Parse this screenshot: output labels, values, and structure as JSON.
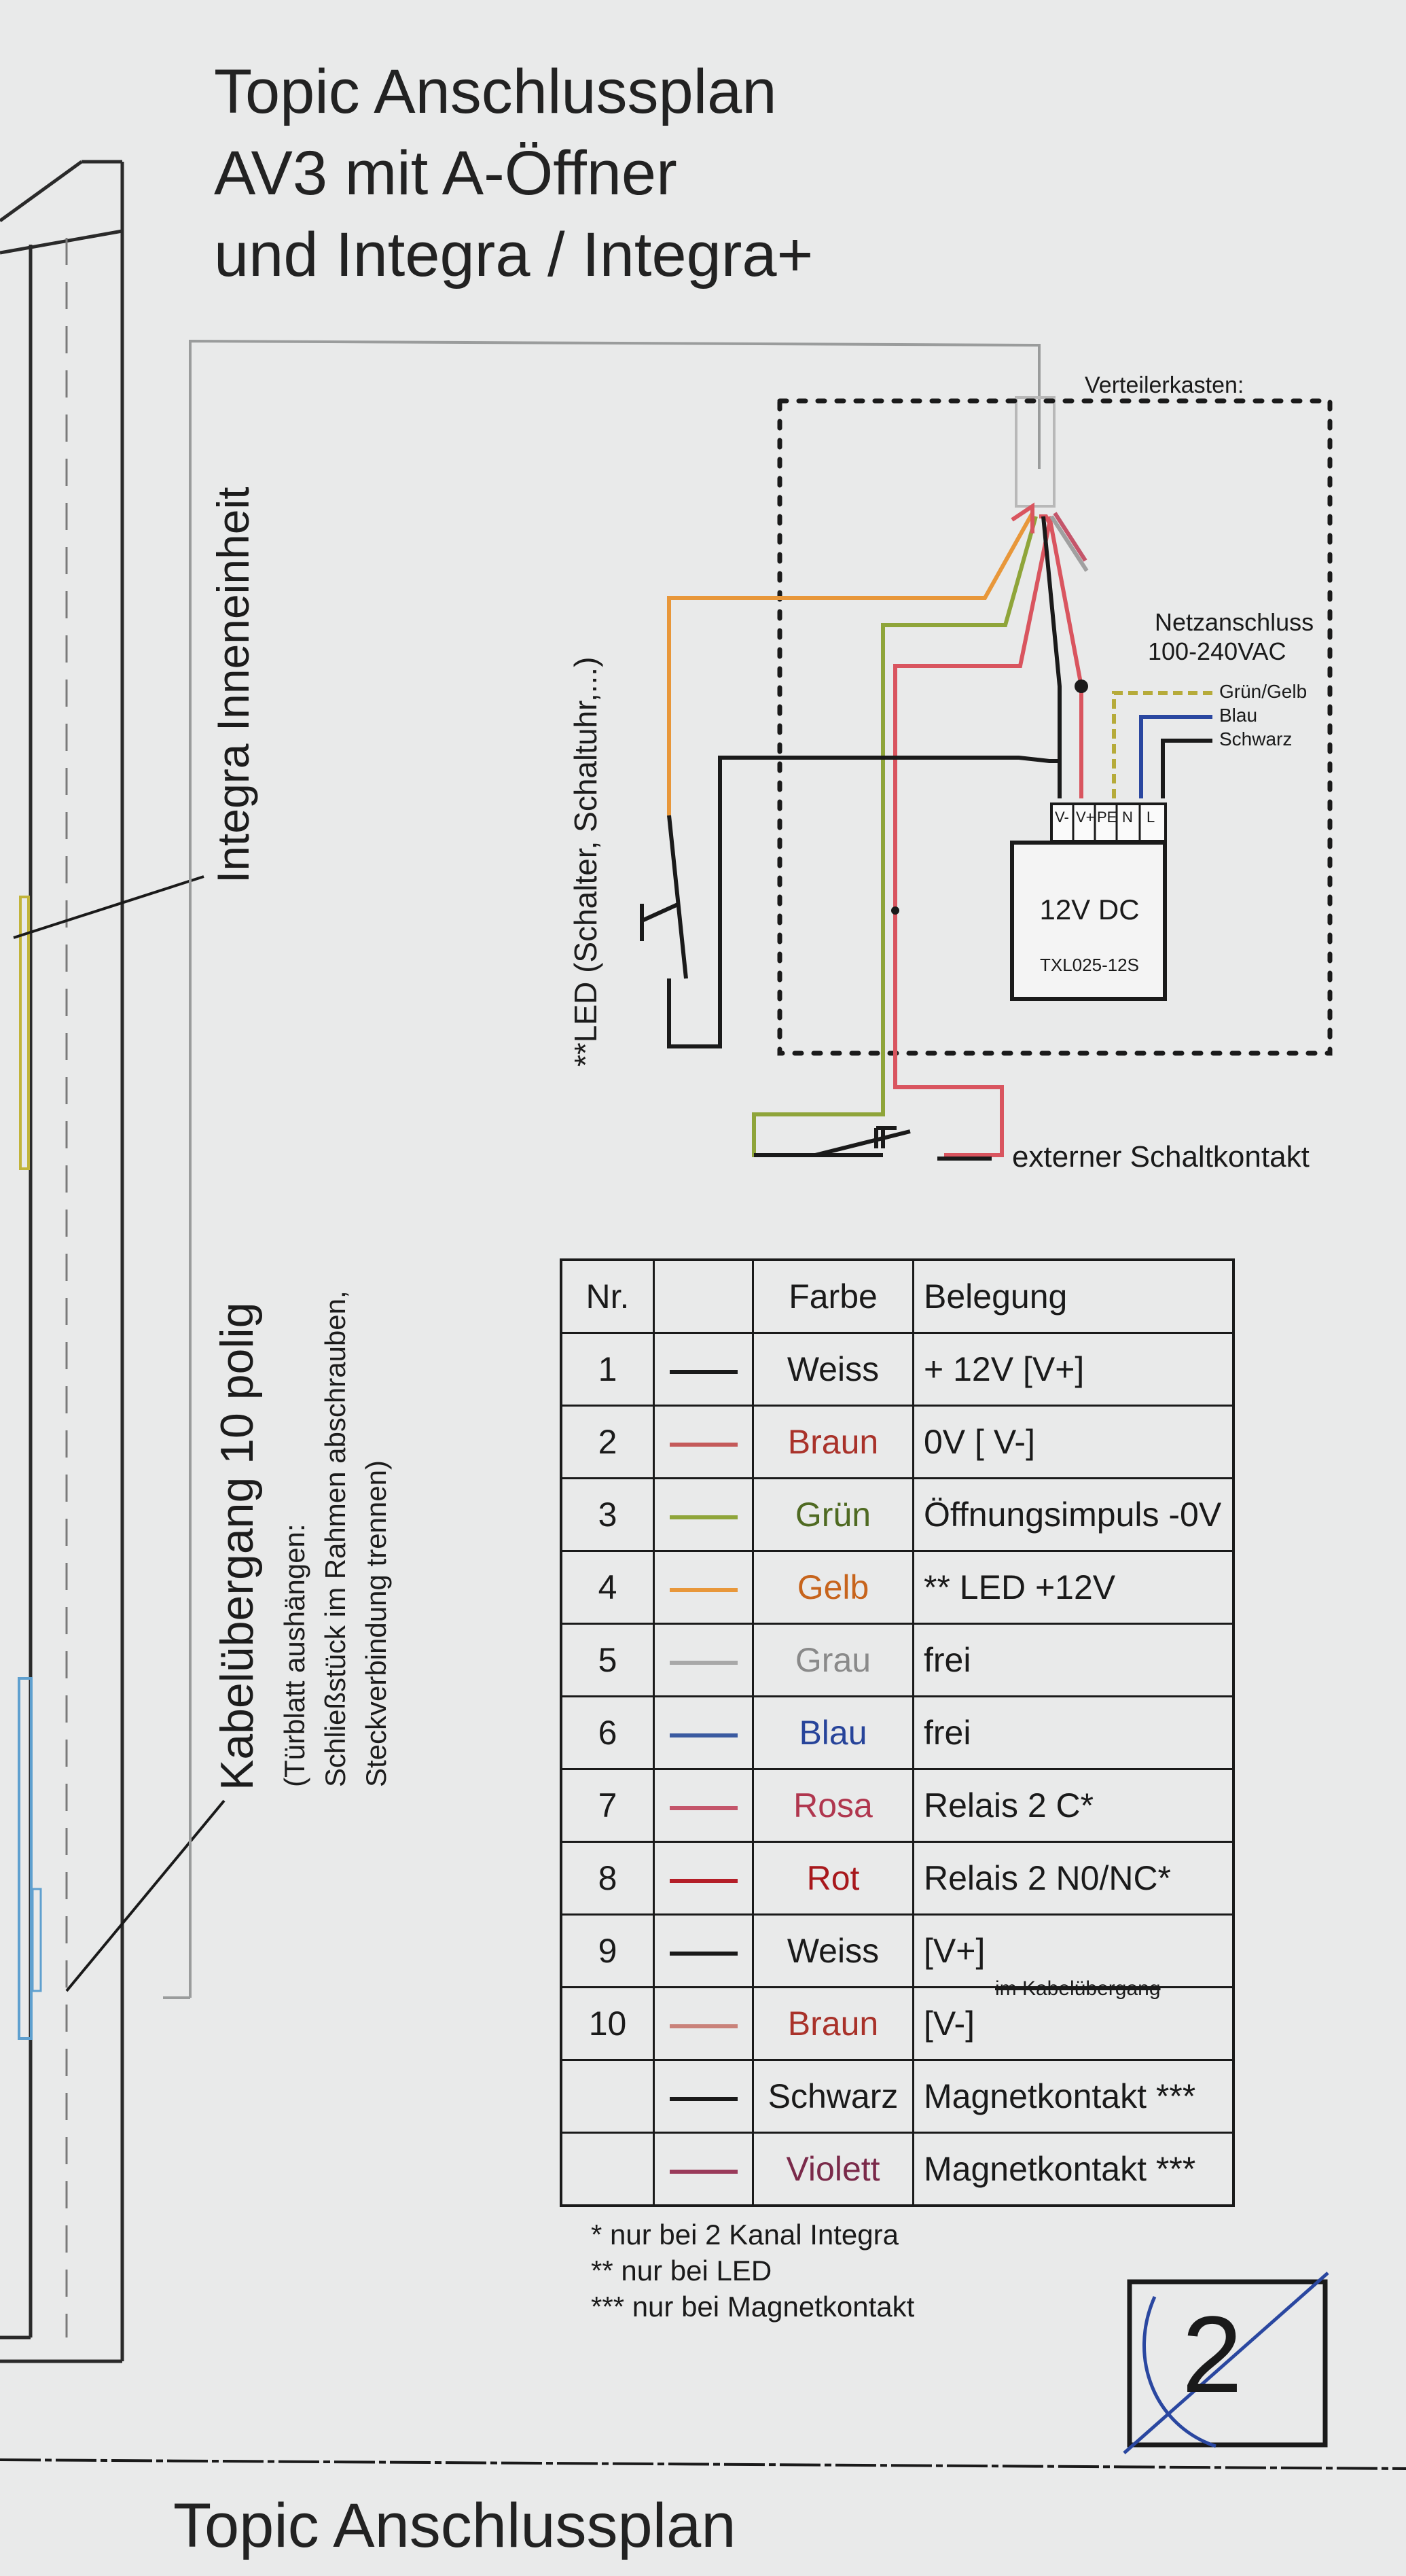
{
  "title": {
    "line1": "Topic Anschlussplan",
    "line2": "AV3 mit A-Öffner",
    "line3": "und Integra / Integra+"
  },
  "labels": {
    "inneneinheit": "Integra Inneneinheit",
    "led_switch": "**LED (Schalter, Schaltuhr,...)",
    "verteiler": "Verteilerkasten:",
    "netz_line1": "Netzanschluss",
    "netz_line2": "100-240VAC",
    "gruengelb": "Grün/Gelb",
    "blau": "Blau",
    "schwarz": "Schwarz",
    "psu_voltage": "12V DC",
    "psu_model": "TXL025-12S",
    "terminal_vminus": "V-",
    "terminal_vplus": "V+",
    "terminal_pe": "PE",
    "terminal_n": "N",
    "terminal_l": "L",
    "extern": "externer Schaltkontakt",
    "kabel_title": "Kabelübergang 10 polig",
    "kabel_note1": "(Türblatt aushängen:",
    "kabel_note2": "Schließstück im Rahmen abschrauben,",
    "kabel_note3": "Steckverbindung trennen)",
    "im_kabel": "im Kabelübergang",
    "page_number": "2",
    "bottom_title": "Topic Anschlussplan"
  },
  "table": {
    "headers": {
      "nr": "Nr.",
      "color": "",
      "farbe": "Farbe",
      "belegung": "Belegung"
    },
    "rows": [
      {
        "nr": "1",
        "farbe": "Weiss",
        "belegung": "+ 12V  [V+]",
        "swatch": "#1a1a1a",
        "text_color": "#1a1a1a"
      },
      {
        "nr": "2",
        "farbe": "Braun",
        "belegung": "0V [ V-]",
        "swatch": "#c45a5a",
        "text_color": "#a9322a"
      },
      {
        "nr": "3",
        "farbe": "Grün",
        "belegung": "Öffnungsimpuls -0V",
        "swatch": "#8fa53a",
        "text_color": "#4f6a22"
      },
      {
        "nr": "4",
        "farbe": "Gelb",
        "belegung": "** LED +12V",
        "swatch": "#e8973a",
        "text_color": "#c7641c"
      },
      {
        "nr": "5",
        "farbe": "Grau",
        "belegung": "frei",
        "swatch": "#a8a8a8",
        "text_color": "#8a8a8a"
      },
      {
        "nr": "6",
        "farbe": "Blau",
        "belegung": "frei",
        "swatch": "#3a5aa0",
        "text_color": "#27449a"
      },
      {
        "nr": "7",
        "farbe": "Rosa",
        "belegung": "Relais 2 C*",
        "swatch": "#c4556a",
        "text_color": "#b0364e"
      },
      {
        "nr": "8",
        "farbe": "Rot",
        "belegung": "Relais 2 N0/NC*",
        "swatch": "#b41e28",
        "text_color": "#a8181c"
      },
      {
        "nr": "9",
        "farbe": "Weiss",
        "belegung": "[V+]",
        "swatch": "#1a1a1a",
        "text_color": "#1a1a1a"
      },
      {
        "nr": "10",
        "farbe": "Braun",
        "belegung": "[V-]",
        "swatch": "#c9827a",
        "text_color": "#a9322a"
      },
      {
        "nr": "",
        "farbe": "Schwarz",
        "belegung": "Magnetkontakt ***",
        "swatch": "#1a1a1a",
        "text_color": "#1a1a1a"
      },
      {
        "nr": "",
        "farbe": "Violett",
        "belegung": "Magnetkontakt ***",
        "swatch": "#9a3a5a",
        "text_color": "#7a2a4a"
      }
    ]
  },
  "notes": [
    "* nur bei  2 Kanal Integra",
    "** nur bei LED",
    "*** nur bei Magnetkontakt"
  ],
  "colors": {
    "orange": "#e8973a",
    "green": "#8fa53a",
    "red": "#d9555f",
    "black": "#1a1a1a",
    "blue": "#2a47a0",
    "yellowgreen": "#b6ab3a",
    "frame": "#9a9c9c"
  }
}
